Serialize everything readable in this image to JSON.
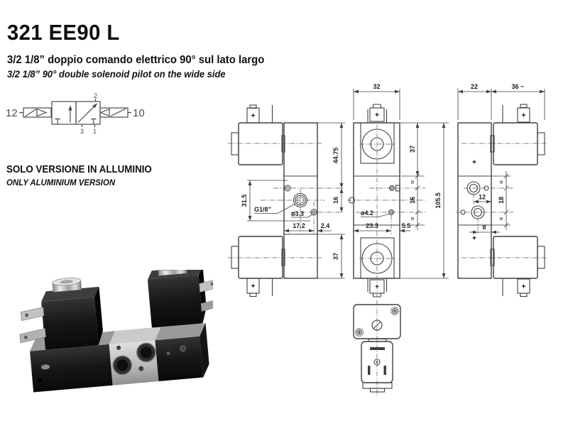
{
  "document": {
    "title": "321 EE90 L",
    "subtitle_it": "3/2 1/8” doppio comando elettrico 90° sul lato largo",
    "subtitle_en": "3/2 1/8” 90° double solenoid pilot on the wide side",
    "note_it": "SOLO VERSIONE IN ALLUMINIO",
    "note_en": "ONLY ALUMINIUM VERSION"
  },
  "schematic": {
    "pilot_left": "12",
    "pilot_right": "10",
    "port_top": "2",
    "port_bottom_left": "3",
    "port_bottom_right": "1"
  },
  "dimensions": {
    "front_width": "32",
    "body_depth": "22",
    "coil_length": "36 ~",
    "coil_height": "44.75",
    "port_row_spacing": "16",
    "lower_body_height": "37",
    "coil_front_height": "37",
    "left_span": "31.5",
    "thread": "G1/8”",
    "pilot_hole": "ø3.3",
    "mount_hole": "ø4.2",
    "dim_17_2": "17.2",
    "dim_2_4": "2.4",
    "dim_23_3": "23.3",
    "dim_5_5": "5.5",
    "overall_height": "105.5",
    "dim_12": "12",
    "dim_18": "18",
    "dim_8": "8",
    "equal": "="
  },
  "colors": {
    "line": "#3f3f3f",
    "text": "#111111",
    "background": "#ffffff"
  }
}
